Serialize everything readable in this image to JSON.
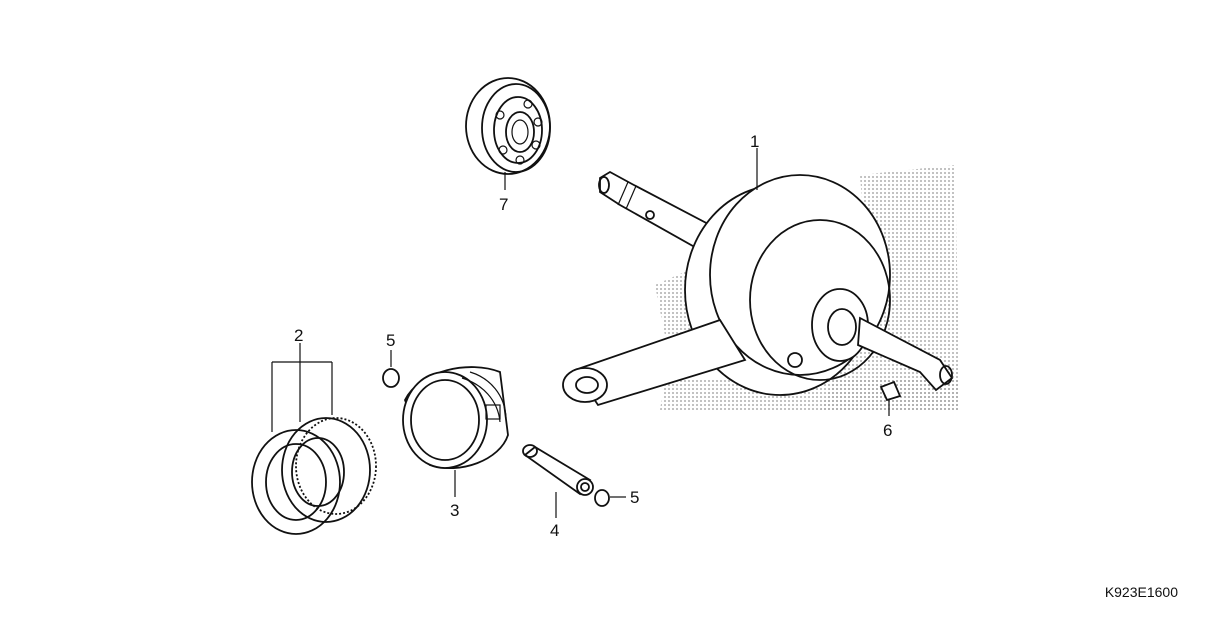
{
  "diagram": {
    "code": "K923E1600",
    "callouts": [
      {
        "id": "crankshaft",
        "label": "1"
      },
      {
        "id": "piston-rings",
        "label": "2"
      },
      {
        "id": "piston",
        "label": "3"
      },
      {
        "id": "piston-pin",
        "label": "4"
      },
      {
        "id": "pin-clip-top",
        "label": "5"
      },
      {
        "id": "pin-clip-bottom",
        "label": "5"
      },
      {
        "id": "woodruff-key",
        "label": "6"
      },
      {
        "id": "bearing",
        "label": "7"
      }
    ]
  }
}
